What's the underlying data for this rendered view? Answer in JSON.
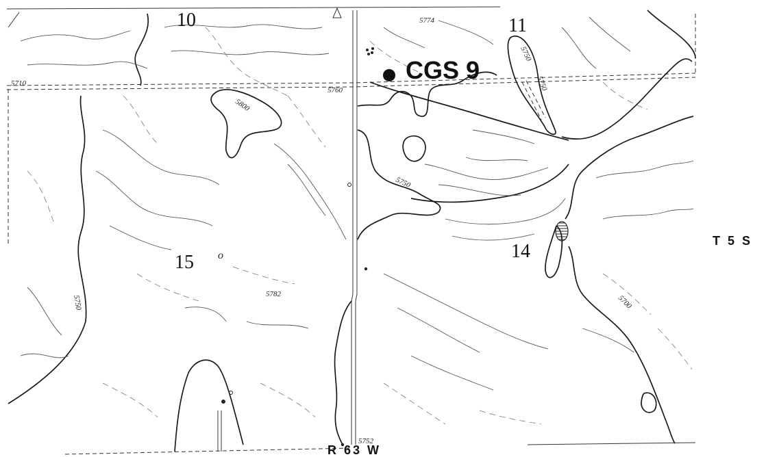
{
  "map": {
    "section_labels": [
      "10",
      "11",
      "15",
      "14"
    ],
    "well_label": "CGS 9",
    "township_label": "T 5 S",
    "range_label": "R 63 W",
    "elevation_labels": [
      "5710",
      "5760",
      "5774",
      "5800",
      "5750",
      "5750",
      "5750",
      "5782",
      "5750",
      "5700",
      "5752"
    ],
    "minor_marks": [
      "o"
    ]
  },
  "colors": {
    "ink": "#111111",
    "contour_index": "#1a1a1a",
    "contour_minor": "#555555",
    "background": "#ffffff"
  }
}
